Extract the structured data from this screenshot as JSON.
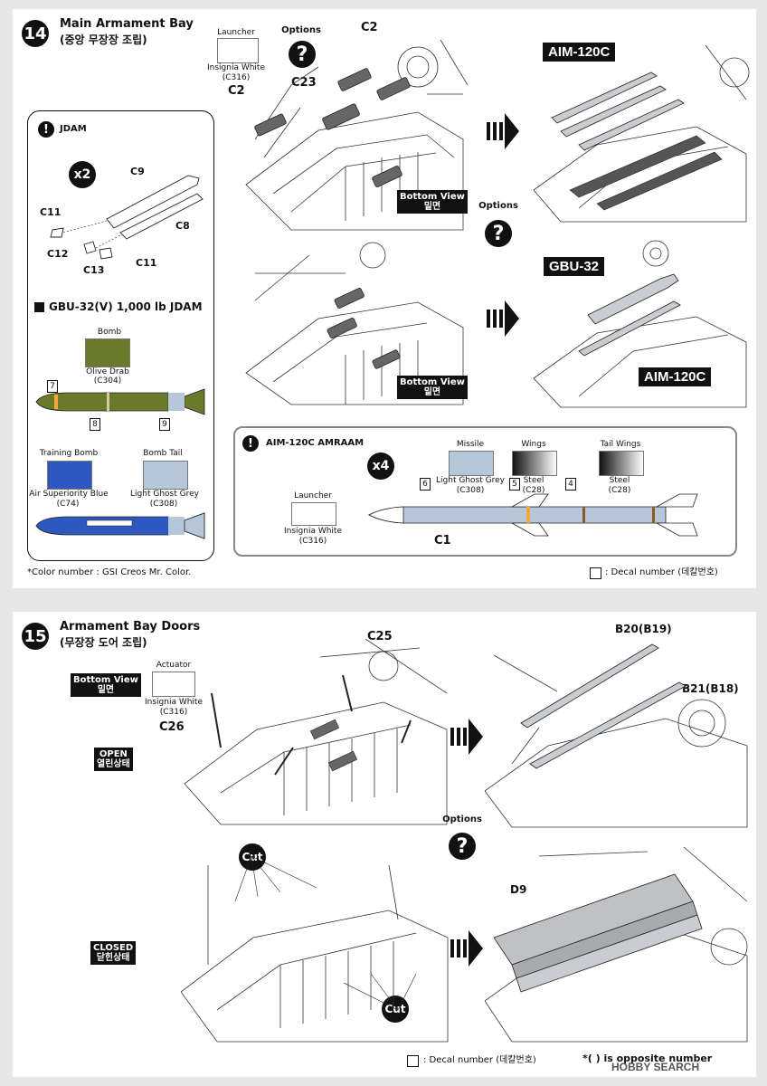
{
  "step14": {
    "number": "14",
    "title": "Main Armament Bay",
    "title_kr": "(중앙 무장장 조립)",
    "launcher_label": "Launcher",
    "launcher_color": "Insignia White",
    "launcher_code": "(C316)",
    "part_c2_left": "C2",
    "options_label": "Options",
    "part_c2_top": "C2",
    "part_c23": "C23",
    "bottom_view": "Bottom View",
    "bottom_view_kr": "밑면",
    "aim120c_banner": "AIM-120C",
    "gbu32_banner": "GBU-32",
    "aim120c_banner2": "AIM-120C",
    "options_label2": "Options",
    "jdam": {
      "heading": "JDAM",
      "multiplier": "x2",
      "c9": "C9",
      "c8": "C8",
      "c11a": "C11",
      "c12": "C12",
      "c13": "C13",
      "c11b": "C11",
      "gbu_title": "GBU-32(V) 1,000 lb JDAM",
      "bomb_label": "Bomb",
      "bomb_color": "Olive Drab",
      "bomb_code": "(C304)",
      "decal_7": "7",
      "decal_8": "8",
      "decal_9": "9",
      "training_label": "Training Bomb",
      "training_color": "Air Superiority Blue",
      "training_code": "(C74)",
      "tail_label": "Bomb Tail",
      "tail_color": "Light Ghost Grey",
      "tail_code": "(C308)"
    },
    "amraam": {
      "heading": "AIM-120C AMRAAM",
      "multiplier": "x4",
      "missile_label": "Missile",
      "missile_color": "Light Ghost Grey",
      "missile_code": "(C308)",
      "wings_label": "Wings",
      "wings_color": "Steel",
      "wings_code": "(C28)",
      "tailwings_label": "Tail Wings",
      "tailwings_color": "Steel",
      "tailwings_code": "(C28)",
      "launcher_label": "Launcher",
      "launcher_color": "Insignia White",
      "launcher_code": "(C316)",
      "decal_6": "6",
      "decal_5": "5",
      "decal_4": "4",
      "part_c1": "C1"
    },
    "color_note": "*Color number : GSI Creos Mr. Color.",
    "decal_note": ": Decal number (데칼번호)"
  },
  "step15": {
    "number": "15",
    "title": "Armament Bay Doors",
    "title_kr": "(무장장 도어 조립)",
    "bottom_view": "Bottom View",
    "bottom_view_kr": "밑면",
    "actuator_label": "Actuator",
    "actuator_color": "Insignia White",
    "actuator_code": "(C316)",
    "part_c26": "C26",
    "part_c25": "C25",
    "open_label": "OPEN",
    "open_label_kr": "열린상태",
    "part_b20": "B20(B19)",
    "part_b21": "B21(B18)",
    "options_label": "Options",
    "cut_label_top": "Cut",
    "cut_label_bottom": "Cut",
    "closed_label": "CLOSED",
    "closed_label_kr": "닫힌상태",
    "part_d9": "D9",
    "decal_note": ": Decal number (데칼번호)",
    "opposite_note": "*(  ) is opposite number"
  },
  "watermark": "HOBBY SEARCH",
  "colors": {
    "olive_drab": "#6b7a2a",
    "air_superiority_blue": "#2e58c0",
    "light_ghost_grey": "#b5c7d8",
    "insignia_white": "#ffffff",
    "steel_gradient_start": "#111111",
    "steel_gradient_end": "#ffffff",
    "amraam_frame": "#888888",
    "page_gap": "#e6e6e6"
  }
}
